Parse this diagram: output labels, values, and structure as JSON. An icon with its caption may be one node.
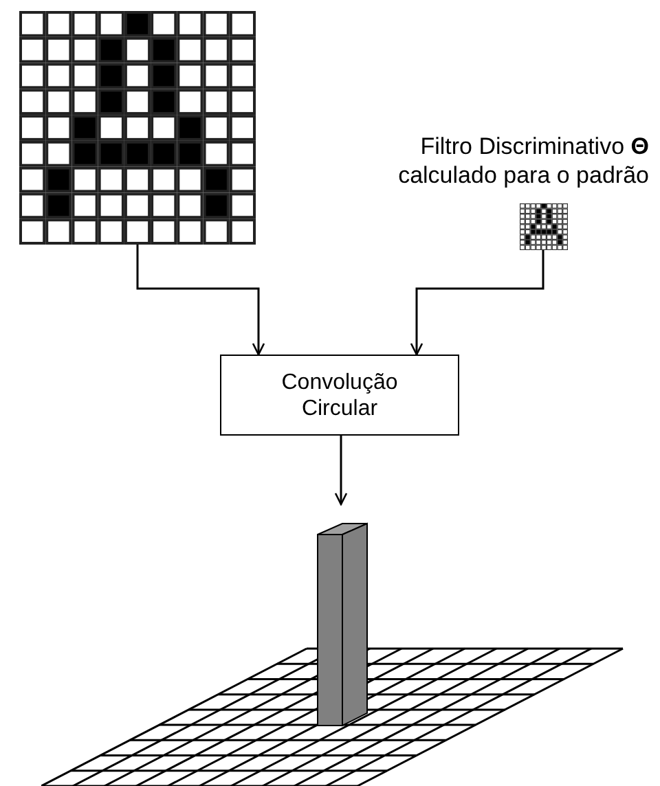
{
  "diagram": {
    "nodes": [
      {
        "text": [],
        "shape": "grid"
      },
      {
        "text": [],
        "shape": "grid",
        "beside": [
          "Filtro Discriminativo **Θ** calculado para o padrão"
        ]
      },
      {
        "text": [
          "Convolução Circular"
        ]
      },
      {
        "text": [],
        "shape": "picture"
      }
    ],
    "edges": [
      {
        "from": 0,
        "to": 2,
        "arrow": "to"
      },
      {
        "from": 1,
        "to": 2,
        "arrow": "to"
      },
      {
        "from": 2,
        "to": 3,
        "arrow": "to"
      }
    ]
  }
}
